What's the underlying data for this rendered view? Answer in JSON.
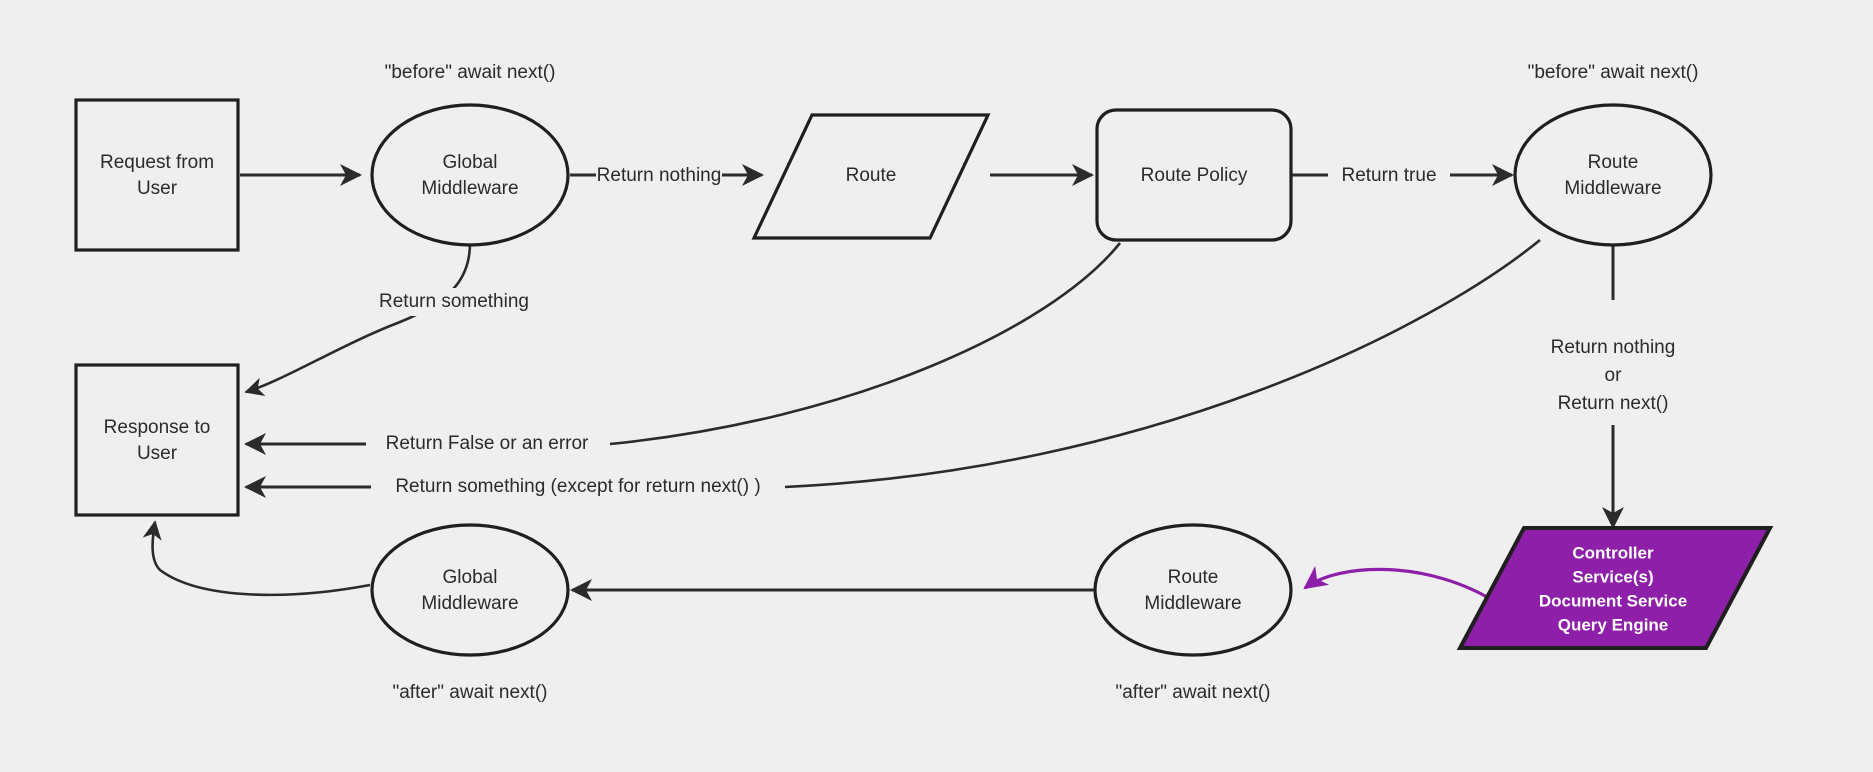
{
  "diagram": {
    "title": "Request / Middleware Lifecycle Flow",
    "background_color": "#efefef",
    "line_color": "#2b2b2b",
    "accent_color": "#8e1fa8",
    "accent_text_color": "#ffffff"
  },
  "nodes": {
    "request_from_user": {
      "line1": "Request from",
      "line2": "User",
      "shape": "rectangle"
    },
    "global_middleware_top": {
      "line1": "Global",
      "line2": "Middleware",
      "shape": "ellipse"
    },
    "route": {
      "line1": "Route",
      "shape": "parallelogram"
    },
    "route_policy": {
      "line1": "Route Policy",
      "shape": "rounded-rectangle"
    },
    "route_middleware_top": {
      "line1": "Route",
      "line2": "Middleware",
      "shape": "ellipse"
    },
    "controller_service": {
      "line1": "Controller",
      "line2": "Service(s)",
      "line3": "Document Service",
      "line4": "Query Engine",
      "shape": "parallelogram",
      "fill": "#8e1fa8"
    },
    "route_middleware_bottom": {
      "line1": "Route",
      "line2": "Middleware",
      "shape": "ellipse"
    },
    "global_middleware_bottom": {
      "line1": "Global",
      "line2": "Middleware",
      "shape": "ellipse"
    },
    "response_to_user": {
      "line1": "Response to",
      "line2": "User",
      "shape": "rectangle"
    }
  },
  "annotations": {
    "before_await_next_global": "\"before\" await next()",
    "before_await_next_route": "\"before\" await next()",
    "after_await_next_global": "\"after\" await next()",
    "after_await_next_route": "\"after\" await next()"
  },
  "edge_labels": {
    "return_nothing": "Return nothing",
    "return_true": "Return true",
    "return_something": "Return something",
    "return_false_or_error": "Return False or an error",
    "return_something_except_next": "Return something (except for return next() )",
    "return_nothing_or_next_line1": "Return nothing",
    "return_nothing_or_next_line2": "or",
    "return_nothing_or_next_line3": "Return next()"
  }
}
